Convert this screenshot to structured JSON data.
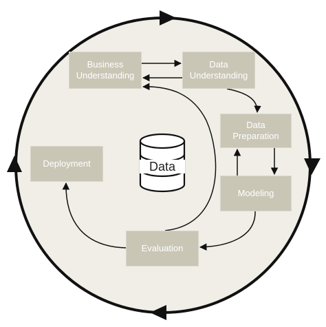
{
  "diagram": {
    "center_label": "Data",
    "phases": {
      "business_understanding": "Business\nUnderstanding",
      "data_understanding": "Data\nUnderstanding",
      "data_preparation": "Data\nPreparation",
      "modeling": "Modeling",
      "evaluation": "Evaluation",
      "deployment": "Deployment"
    }
  },
  "colors": {
    "background_circle": "#f0eee6",
    "phase_box": "#c9c6b6",
    "phase_text": "#ffffff",
    "lines": "#111111"
  },
  "icons": {
    "center": "database-icon"
  }
}
